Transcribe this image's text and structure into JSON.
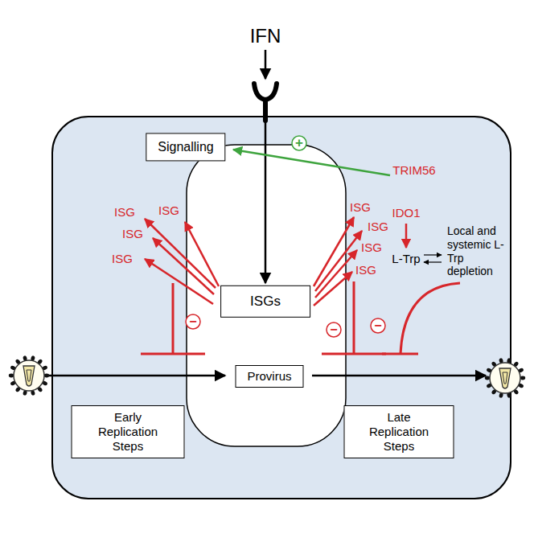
{
  "diagram": {
    "nodes": [
      {
        "text": [
          "Signalling"
        ]
      },
      {
        "text": [
          "ISGs"
        ]
      },
      {
        "text": [
          "Provirus"
        ]
      },
      {
        "text": [
          "Early Replication Steps"
        ]
      },
      {
        "text": [
          "Late Replication Steps"
        ]
      }
    ],
    "labels": [
      "IFN",
      "+",
      "ISG",
      "ISG",
      "ISG",
      "ISG",
      "ISG",
      "ISG",
      "ISG",
      "ISG",
      "TRIM56",
      "IDO1",
      "L-Trp",
      "Local and systemic L-Trp depletion",
      "−",
      "−",
      "−"
    ]
  }
}
